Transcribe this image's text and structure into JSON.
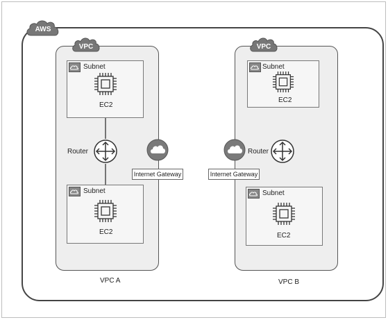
{
  "aws": {
    "label": "AWS"
  },
  "vpc_a": {
    "badge": "VPC",
    "caption": "VPC A",
    "top_subnet": {
      "label": "Subnet",
      "instance": "EC2"
    },
    "router_label": "Router",
    "bottom_subnet": {
      "label": "Subnet",
      "instance": "EC2"
    },
    "gateway_label": "Internet Gateway"
  },
  "vpc_b": {
    "badge": "VPC",
    "caption": "VPC B",
    "top_subnet": {
      "label": "Subnet",
      "instance": "EC2"
    },
    "router_label": "Router",
    "bottom_subnet": {
      "label": "Subnet",
      "instance": "EC2"
    },
    "gateway_label": "Internet Gateway"
  },
  "colors": {
    "badge_fill": "#777777",
    "gateway_fill": "#7a7a7a"
  },
  "icons": [
    "cloud-badge",
    "subnet-icon",
    "ec2-chip-icon",
    "router-icon",
    "internet-gateway-icon"
  ]
}
